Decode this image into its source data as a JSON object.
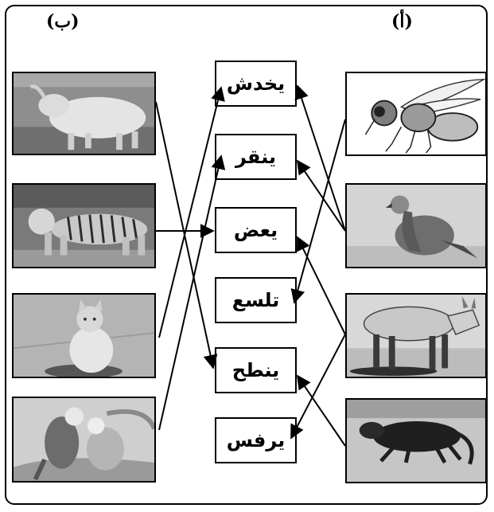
{
  "column_labels": {
    "left": "(ب)",
    "right": "(أ)"
  },
  "verbs": [
    "يخدش",
    "ينقر",
    "يعض",
    "تلسع",
    "ينطح",
    "يرفس"
  ],
  "pictures_left": [
    "goat-photo",
    "tiger-photo",
    "cat-photo",
    "parrots-photo"
  ],
  "pictures_right": [
    "bee-drawing",
    "eagle-photo",
    "donkey-photo",
    "sheep-photo"
  ],
  "matches": [
    {
      "from": "goat-photo",
      "to": "ينطح"
    },
    {
      "from": "tiger-photo",
      "to": "يعض"
    },
    {
      "from": "cat-photo",
      "to": "يخدش"
    },
    {
      "from": "parrots-photo",
      "to": "ينقر"
    },
    {
      "from": "bee-drawing",
      "to": "تلسع"
    },
    {
      "from": "eagle-photo",
      "to": "يخدش"
    },
    {
      "from": "eagle-photo",
      "to": "ينقر"
    },
    {
      "from": "donkey-photo",
      "to": "يعض"
    },
    {
      "from": "donkey-photo",
      "to": "يرفس"
    },
    {
      "from": "sheep-photo",
      "to": "ينطح"
    }
  ],
  "colors": {
    "line": "#000000",
    "border": "#000000"
  }
}
